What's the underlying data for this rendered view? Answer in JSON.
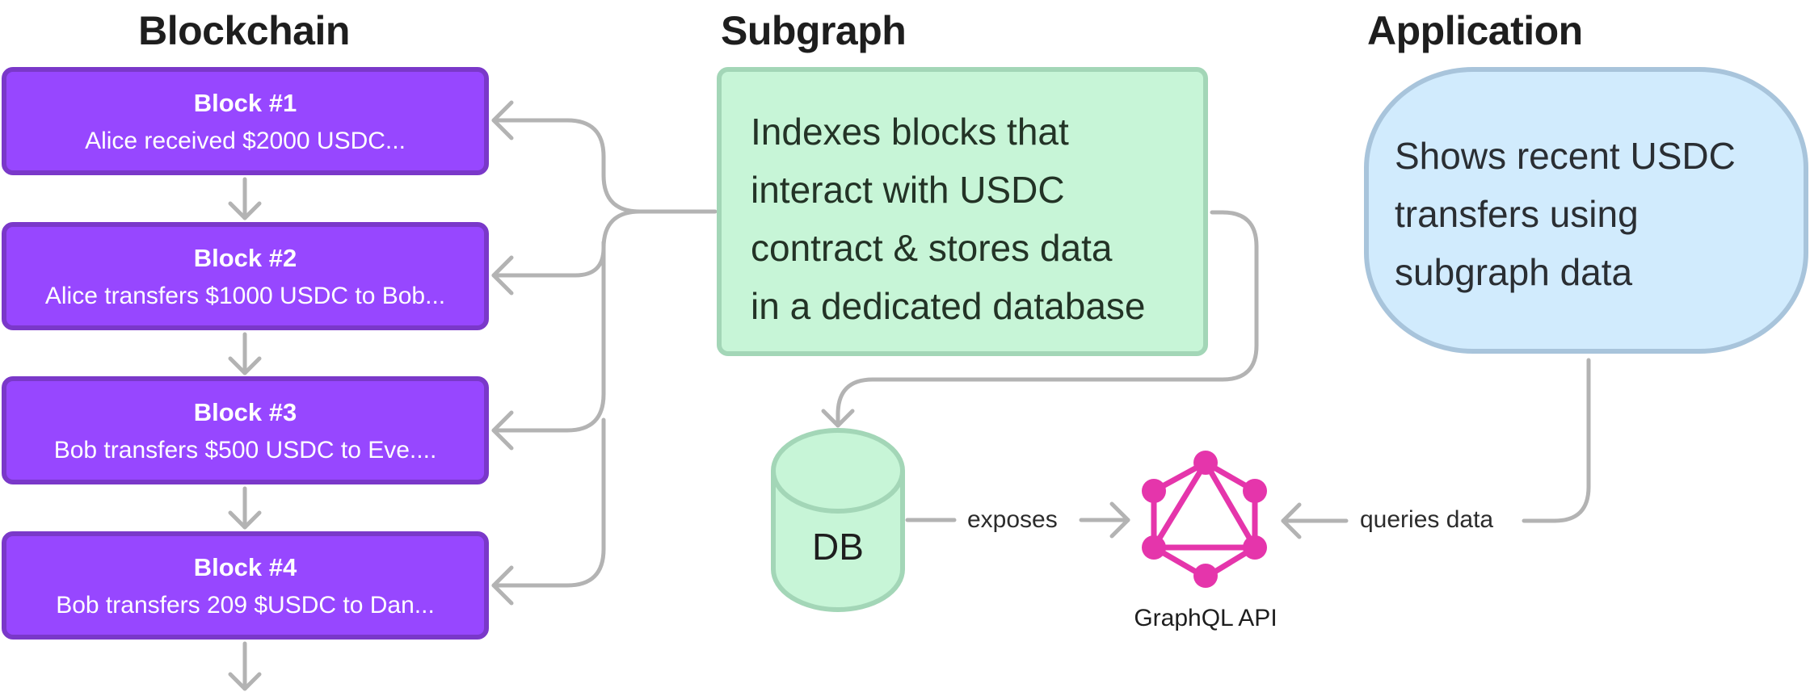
{
  "sections": {
    "blockchain": "Blockchain",
    "subgraph": "Subgraph",
    "application": "Application"
  },
  "blocks": [
    {
      "title": "Block #1",
      "description": "Alice received $2000 USDC..."
    },
    {
      "title": "Block #2",
      "description": "Alice transfers $1000 USDC to Bob..."
    },
    {
      "title": "Block #3",
      "description": "Bob transfers $500 USDC to Eve...."
    },
    {
      "title": "Block #4",
      "description": "Bob transfers 209 $USDC to Dan..."
    }
  ],
  "subgraph_box": {
    "lines": [
      "Indexes blocks that",
      "interact with USDC",
      "contract & stores data",
      "in a dedicated database"
    ]
  },
  "application_box": {
    "lines": [
      "Shows recent USDC",
      "transfers using",
      "subgraph data"
    ]
  },
  "database": {
    "label": "DB"
  },
  "graphql": {
    "label": "GraphQL API",
    "icon": "graphql-icon"
  },
  "edges": {
    "exposes": "exposes",
    "queries": "queries data"
  },
  "colors": {
    "block_fill": "#9747ff",
    "block_border": "#7a38c9",
    "subgraph_fill": "#c7f5d7",
    "subgraph_border": "#a3d6b7",
    "app_fill": "#d1ebfd",
    "app_border": "#a8c4db",
    "connector": "#b3b3b3",
    "graphql": "#e535ab"
  }
}
